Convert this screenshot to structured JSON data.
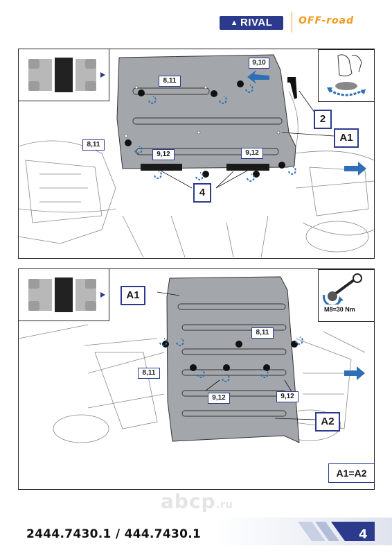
{
  "header": {
    "brand": "RIVAL",
    "tagline": "OFF-road"
  },
  "panel_top": {
    "callouts": {
      "c910": "9,10",
      "c811a": "8,11",
      "c811b": "8,11",
      "c912a": "9,12",
      "c912b": "9,12",
      "c2": "2",
      "cA1": "A1",
      "c4": "4"
    }
  },
  "panel_bottom": {
    "callouts": {
      "cA1": "A1",
      "c811a": "8,11",
      "c811b": "8,11",
      "c912a": "9,12",
      "c912b": "9,12",
      "cA2": "A2"
    },
    "torque": "M8=30 Nm",
    "equivalence": "A1=A2"
  },
  "watermark": {
    "text": "abcp",
    "suffix": ".ru"
  },
  "footer": {
    "part_numbers": "2444.7430.1 / 444.7430.1",
    "page": "4"
  },
  "colors": {
    "brand_blue": "#2b3a8c",
    "accent_orange": "#f39a1e",
    "plate_gray": "#a3a7ab",
    "arrow_blue": "#2e6fb5"
  }
}
